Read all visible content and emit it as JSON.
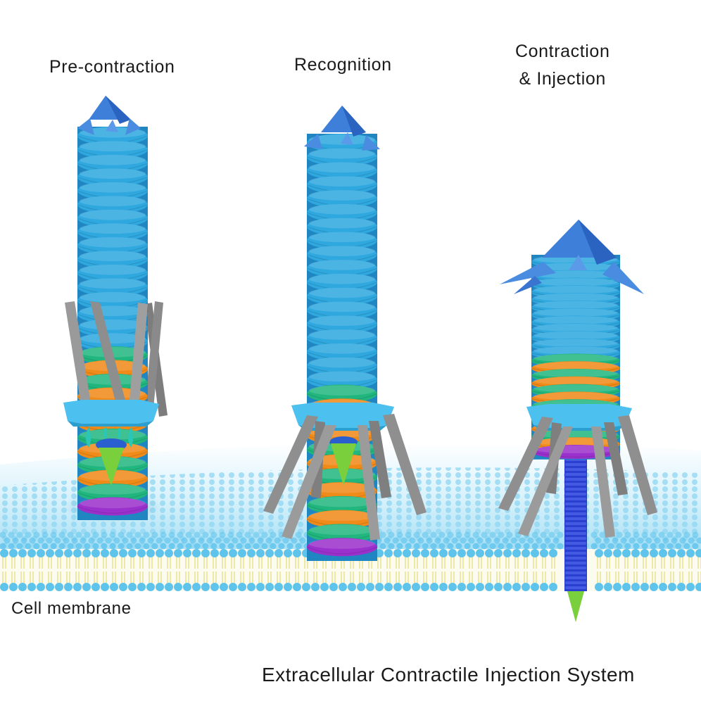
{
  "labels": {
    "pre_contraction": "Pre-contraction",
    "recognition": "Recognition",
    "contraction_line1": "Contraction",
    "contraction_line2": "& Injection",
    "cell_membrane": "Cell  membrane",
    "title": "Extracellular Contractile Injection System"
  },
  "colors": {
    "sheath_blue": "#2fa8df",
    "sheath_blue_dark": "#1f86c2",
    "ring_green": "#22b67f",
    "ring_orange": "#f08a19",
    "baseplate_blue": "#4cc0ee",
    "purple": "#9b31cc",
    "spike_green": "#7acf3c",
    "tip_blue": "#3d7fd9",
    "fiber_grey": "#8f8f8f",
    "tube_blue": "#2a3fd0",
    "membrane_head": "#5fc4ec",
    "membrane_tail": "#e9e08a"
  }
}
